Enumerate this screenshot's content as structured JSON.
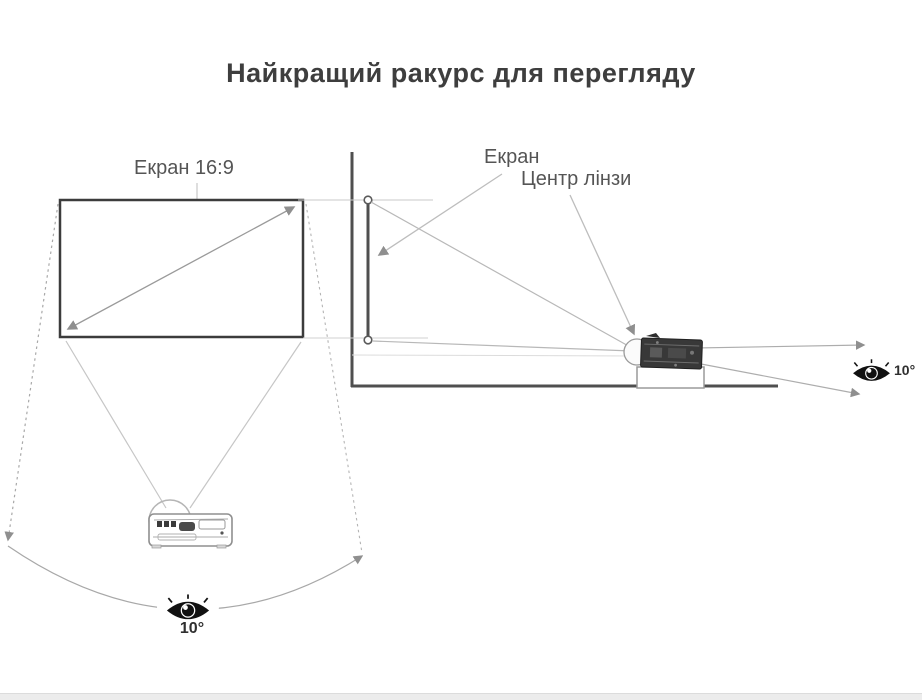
{
  "title": "Найкращий ракурс для перегляду",
  "front_view": {
    "screen_label": "Екран 16:9",
    "viewing_angle": "10°",
    "viewer_icon": "eye-icon",
    "projector_icon": "projector-front"
  },
  "side_view": {
    "screen_label": "Екран",
    "lens_center_label": "Центр лінзи",
    "viewing_angle": "10°",
    "viewer_icon": "eye-icon",
    "projector_icon": "projector-side"
  },
  "colors": {
    "title_text": "#3e3e3e",
    "label_text": "#555555",
    "structure_line": "#4f4f4f",
    "guide_line": "#b8b8b8",
    "arrow": "#999999",
    "icon_black": "#111111",
    "bottom_strip": "#ececec"
  }
}
